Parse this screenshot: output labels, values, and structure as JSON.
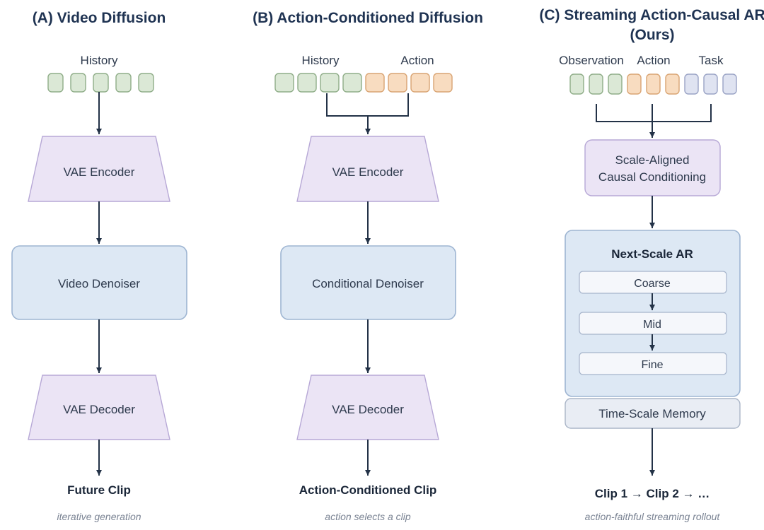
{
  "panels": {
    "a": {
      "title": "(A) Video Diffusion",
      "input_label": "History",
      "encoder": "VAE Encoder",
      "denoiser": "Video Denoiser",
      "decoder": "VAE Decoder",
      "output": "Future Clip",
      "caption": "iterative generation",
      "tokens": [
        "history",
        "history",
        "history",
        "history",
        "history"
      ]
    },
    "b": {
      "title": "(B) Action-Conditioned Diffusion",
      "history_label": "History",
      "action_label": "Action",
      "encoder": "VAE Encoder",
      "denoiser": "Conditional Denoiser",
      "decoder": "VAE Decoder",
      "output": "Action-Conditioned Clip",
      "caption": "action selects a clip",
      "tokens": [
        "history",
        "history",
        "history",
        "history",
        "action",
        "action",
        "action",
        "action"
      ]
    },
    "c": {
      "title_line1": "(C) Streaming Action-Causal AR",
      "title_line2": "(Ours)",
      "observation_label": "Observation",
      "action_label": "Action",
      "task_label": "Task",
      "conditioning_line1": "Scale-Aligned",
      "conditioning_line2": "Causal Conditioning",
      "ar_title": "Next-Scale AR",
      "scales": [
        "Coarse",
        "Mid",
        "Fine"
      ],
      "memory": "Time-Scale Memory",
      "output": "Clip 1 → Clip 2 → …",
      "caption": "action-faithful streaming rollout",
      "tokens": [
        "observation",
        "observation",
        "observation",
        "action",
        "action",
        "action",
        "task",
        "task",
        "task"
      ]
    }
  },
  "colors": {
    "observation_token": "#dbe8d6",
    "action_token": "#f8dcc0",
    "task_token": "#dfe3f1",
    "vae_block": "#ebe4f5",
    "denoiser_block": "#dde8f4"
  }
}
